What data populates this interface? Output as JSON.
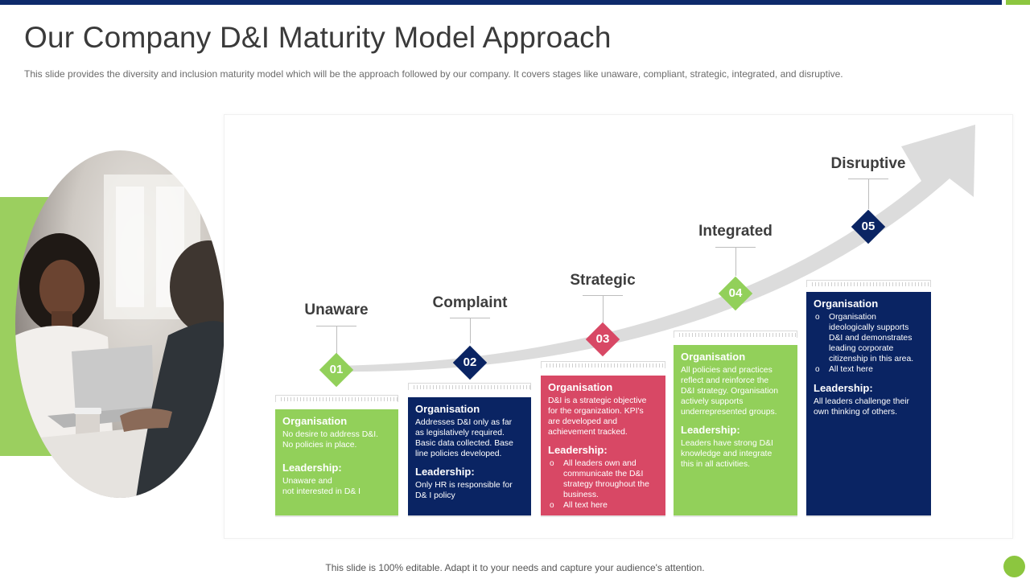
{
  "header": {
    "title": "Our Company D&I Maturity Model Approach",
    "subtitle": "This slide provides  the diversity and inclusion maturity model which will be the approach followed by our company. It covers stages like unaware,  compliant,  strategic, integrated,  and disruptive."
  },
  "colors": {
    "navy": "#0a2463",
    "green": "#92d05a",
    "red": "#d84865",
    "arrow": "#dcdcdc"
  },
  "stages": [
    {
      "number": "01",
      "title": "Unaware",
      "org_heading": "Organisation",
      "org_text": [
        "No desire to address D&I.",
        "No policies in place."
      ],
      "lead_heading": "Leadership:",
      "lead_text": [
        "Unaware and",
        "not interested in D& I"
      ]
    },
    {
      "number": "02",
      "title": "Complaint",
      "org_heading": "Organisation",
      "org_text": [
        "Addresses D&I only as far",
        "as legislatively required.",
        "Basic data collected. Base",
        "line policies developed."
      ],
      "lead_heading": "Leadership:",
      "lead_text": [
        "Only HR is responsible for",
        "D& I policy"
      ]
    },
    {
      "number": "03",
      "title": "Strategic",
      "org_heading": "Organisation",
      "org_text": [
        "D&I  is a strategic objective",
        "for the organization. KPI's",
        "are developed and",
        "achievement tracked."
      ],
      "lead_heading": "Leadership:",
      "lead_bullets": [
        "All leaders own and communicate  the D&I strategy throughout the business.",
        "All text here"
      ]
    },
    {
      "number": "04",
      "title": "Integrated",
      "org_heading": "Organisation",
      "org_text": [
        "All policies and practices",
        "reflect and reinforce the",
        "D&I strategy. Organisation",
        "actively supports",
        "underrepresented groups."
      ],
      "lead_heading": "Leadership:",
      "lead_text": [
        "Leaders have strong D&I",
        "knowledge and integrate",
        "this in all activities."
      ]
    },
    {
      "number": "05",
      "title": "Disruptive",
      "org_heading": "Organisation",
      "org_bullets": [
        "Organisation ideologically supports D&I and demonstrates leading corporate citizenship in this area.",
        "All text here"
      ],
      "lead_heading": "Leadership:",
      "lead_text": [
        "All leaders challenge their",
        "own thinking of others."
      ]
    }
  ],
  "footer": {
    "text": "This slide is 100% editable. Adapt it to your needs and capture your audience's attention."
  }
}
